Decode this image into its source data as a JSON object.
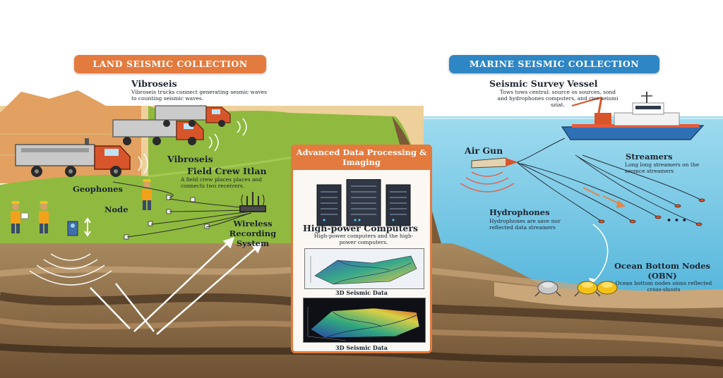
{
  "land": {
    "banner": "LAND SEISMIC COLLECTION",
    "vibroseis_title": "Vibroseis",
    "vibroseis_desc": "Vibroseis trucks connect generating sesmic waves to counting seismic waves.",
    "vibroseis_label": "Vibroseis",
    "field_crew_title": "Field Crew Itlan",
    "field_crew_desc": "A field crew places places and connects two receivers.",
    "geophones_label": "Geophones",
    "node_label": "Node",
    "wireless_label": "Wireless Recording System"
  },
  "processing": {
    "header": "Advanced Data Processing & Imaging",
    "computers_title": "High-power Computers",
    "computers_desc": "High-power computers and the high-power computers.",
    "seismic_label_1": "3D Seismic Data",
    "seismic_label_2": "3D Seismic Data"
  },
  "marine": {
    "banner": "MARINE SEISMIC COLLECTION",
    "vessel_title": "Seismic Survey Vessel",
    "vessel_desc": "Tows tows central: source os sources, sond and hydrophones computers, and rive seismi sziat.",
    "airgun_label": "Air Gun",
    "streamers_title": "Streamers",
    "streamers_desc": "Long long streamers on the seomce streamers",
    "hydrophones_title": "Hydrophones",
    "hydrophones_desc": "Hydrophones are save nur reflected data streamers",
    "obn_title": "Ocean Bottom Nodes (OBN)",
    "obn_desc": "Ocean bottom nodes sinns reflected cross-shoots",
    "dots": "• • •"
  },
  "colors": {
    "land_accent": "#e37a3e",
    "marine_accent": "#2f86c4",
    "truck_orange": "#d8552b",
    "ocean": "#6cc3e3",
    "grass": "#8fba3f"
  },
  "icons": [
    "truck-icon",
    "worker-icon",
    "geophone-icon",
    "node-icon",
    "antenna-icon",
    "server-icon",
    "vessel-icon",
    "air-gun-icon",
    "ocean-bottom-node-icon",
    "seismic-wave-icon",
    "ray-arrow-icon"
  ]
}
